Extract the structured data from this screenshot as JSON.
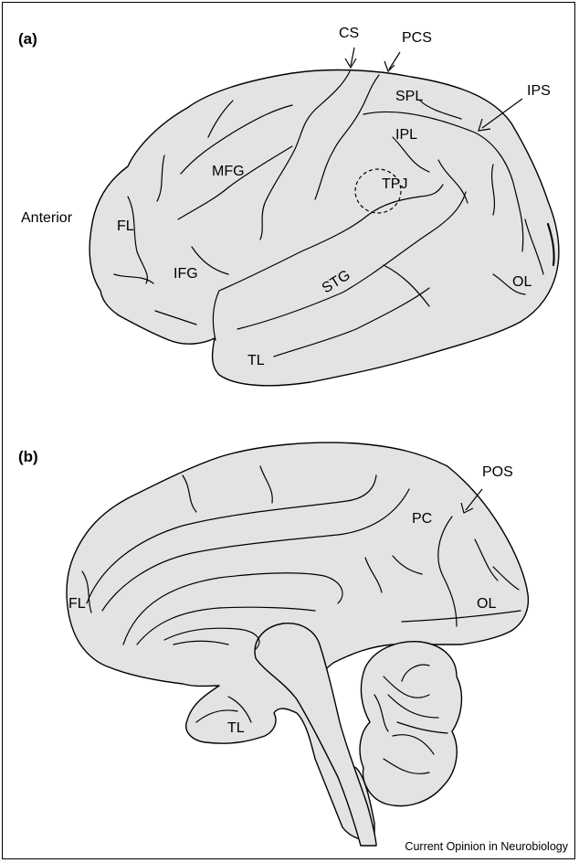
{
  "panel_a": {
    "tag": "(a)",
    "orientation": "Anterior",
    "labels": {
      "cs": "CS",
      "pcs": "PCS",
      "ips": "IPS",
      "spl": "SPL",
      "ipl": "IPL",
      "mfg": "MFG",
      "tpj": "TPJ",
      "fl": "FL",
      "ifg": "IFG",
      "stg": "STG",
      "ol": "OL",
      "tl": "TL"
    }
  },
  "panel_b": {
    "tag": "(b)",
    "labels": {
      "pos": "POS",
      "pc": "PC",
      "fl": "FL",
      "ol": "OL",
      "tl": "TL"
    }
  },
  "source": "Current Opinion in Neurobiology",
  "colors": {
    "brain_fill": "#e3e3e3",
    "outline": "#000000",
    "background": "#ffffff"
  }
}
